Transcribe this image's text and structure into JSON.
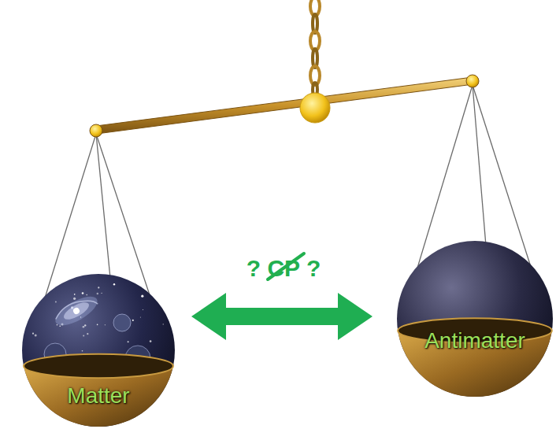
{
  "diagram": {
    "nodes": [
      {
        "text": [
          "Matter"
        ]
      },
      {
        "text": [
          "Antimatter"
        ]
      }
    ],
    "edges": [
      {
        "from": 0,
        "to": 1,
        "label": "? CP ?",
        "arrow": "both"
      }
    ]
  }
}
